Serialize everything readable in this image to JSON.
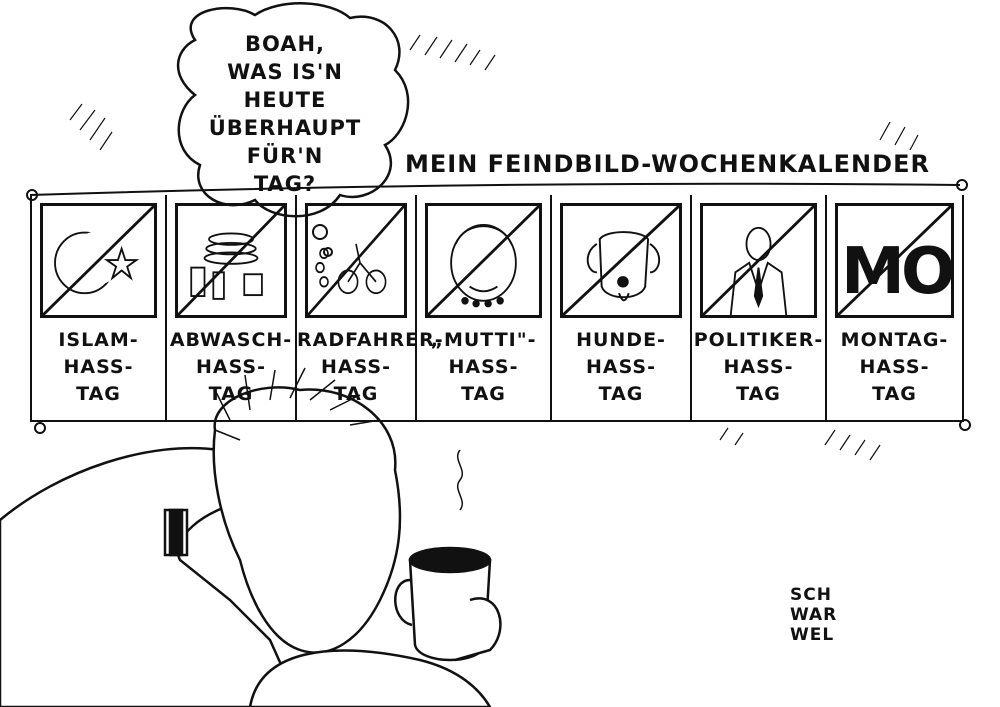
{
  "thought_bubble": {
    "lines": [
      "Boah,",
      "was is'n",
      "heute",
      "überhaupt",
      "für'n",
      "Tag?"
    ]
  },
  "calendar": {
    "title": "Mein Feindbild-Wochenkalender",
    "days": [
      {
        "line1": "Islam-",
        "line2": "Hass-",
        "line3": "Tag",
        "icon": "crescent-star-icon"
      },
      {
        "line1": "Abwasch-",
        "line2": "Hass-",
        "line3": "Tag",
        "icon": "dirty-dishes-icon"
      },
      {
        "line1": "Radfahrer-",
        "line2": "Hass-",
        "line3": "Tag",
        "icon": "bicycle-icon"
      },
      {
        "line1": "„Mutti\"-",
        "line2": "Hass-",
        "line3": "Tag",
        "icon": "merkel-face-icon"
      },
      {
        "line1": "Hunde-",
        "line2": "Hass-",
        "line3": "Tag",
        "icon": "dog-icon"
      },
      {
        "line1": "Politiker-",
        "line2": "Hass-",
        "line3": "Tag",
        "icon": "politician-icon"
      },
      {
        "line1": "Montag-",
        "line2": "Hass-",
        "line3": "Tag",
        "icon": "mo-text-icon",
        "icon_text": "MO"
      }
    ]
  },
  "signature": {
    "lines": [
      "SCH",
      "WAR",
      "WEL"
    ]
  }
}
